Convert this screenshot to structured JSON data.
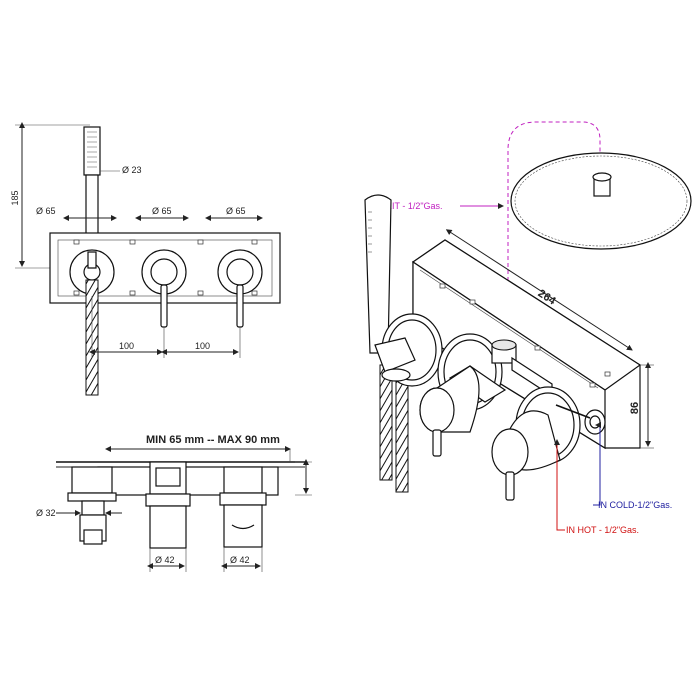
{
  "front_view": {
    "height_185": "185",
    "dia_23": "Ø 23",
    "dia_65_left": "Ø 65",
    "dia_65_mid": "Ø 65",
    "dia_65_right": "Ø 65",
    "spacing_left": "100",
    "spacing_right": "100"
  },
  "top_view": {
    "depth_range": "MIN 65  mm -- MAX 90  mm",
    "dia_32": "Ø 32",
    "dia_42_left": "Ø 42",
    "dia_42_right": "Ø 42"
  },
  "iso_view": {
    "exit_label": "EXIT - 1/2\"Gas.",
    "length_264": "264",
    "depth_86": "86",
    "in_cold_label": "IN COLD-1/2\"Gas.",
    "in_hot_label": "IN HOT - 1/2\"Gas."
  },
  "colors": {
    "exit": "#c020c0",
    "in_cold": "#2020a0",
    "in_hot": "#d01010",
    "line": "#222222"
  }
}
